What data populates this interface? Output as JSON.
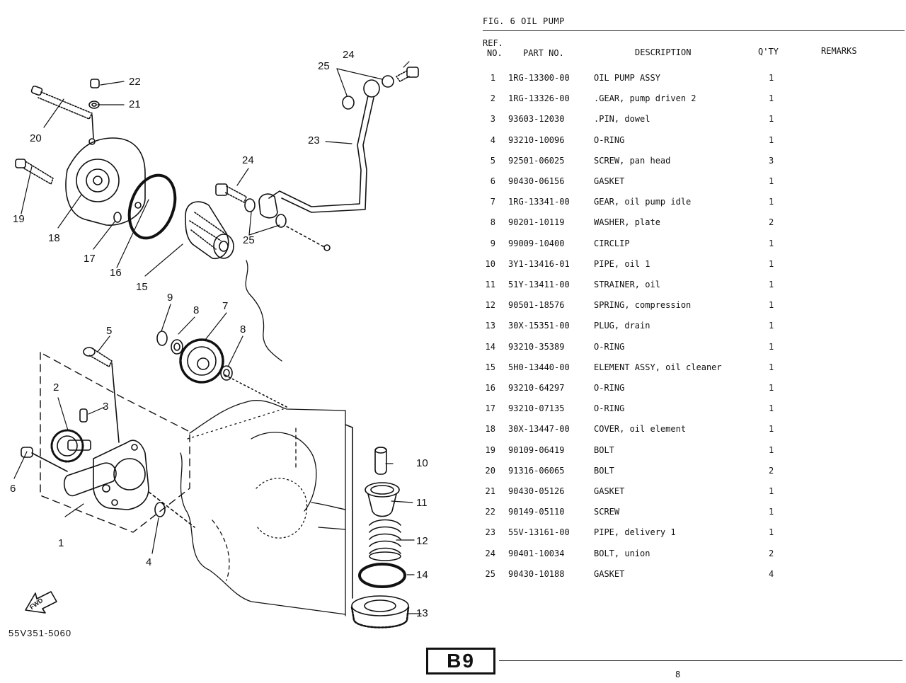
{
  "figure": {
    "title": "FIG.  6  OIL PUMP",
    "code": "55V351-5060",
    "fwd_label": "FWD",
    "callouts": [
      "1",
      "2",
      "3",
      "4",
      "5",
      "6",
      "7",
      "8",
      "8",
      "9",
      "10",
      "11",
      "12",
      "13",
      "14",
      "15",
      "16",
      "17",
      "18",
      "19",
      "20",
      "21",
      "22",
      "23",
      "24",
      "24",
      "25",
      "25"
    ]
  },
  "table": {
    "headers": {
      "ref_line1": "REF.",
      "ref_line2": "NO.",
      "part_no": "PART NO.",
      "description": "DESCRIPTION",
      "qty": "Q'TY",
      "remarks": "REMARKS"
    },
    "rows": [
      {
        "ref": "1",
        "part": "1RG-13300-00",
        "desc": "OIL PUMP ASSY",
        "qty": "1"
      },
      {
        "ref": "2",
        "part": "1RG-13326-00",
        "desc": ".GEAR, pump driven 2",
        "qty": "1"
      },
      {
        "ref": "3",
        "part": "93603-12030",
        "desc": ".PIN, dowel",
        "qty": "1"
      },
      {
        "ref": "4",
        "part": "93210-10096",
        "desc": "O-RING",
        "qty": "1"
      },
      {
        "ref": "5",
        "part": "92501-06025",
        "desc": "SCREW, pan head",
        "qty": "3"
      },
      {
        "ref": "6",
        "part": "90430-06156",
        "desc": "GASKET",
        "qty": "1"
      },
      {
        "ref": "7",
        "part": "1RG-13341-00",
        "desc": "GEAR, oil pump idle",
        "qty": "1"
      },
      {
        "ref": "8",
        "part": "90201-10119",
        "desc": "WASHER, plate",
        "qty": "2"
      },
      {
        "ref": "9",
        "part": "99009-10400",
        "desc": "CIRCLIP",
        "qty": "1"
      },
      {
        "ref": "10",
        "part": "3Y1-13416-01",
        "desc": "PIPE, oil 1",
        "qty": "1"
      },
      {
        "ref": "11",
        "part": "51Y-13411-00",
        "desc": "STRAINER, oil",
        "qty": "1"
      },
      {
        "ref": "12",
        "part": "90501-18576",
        "desc": "SPRING, compression",
        "qty": "1"
      },
      {
        "ref": "13",
        "part": "30X-15351-00",
        "desc": "PLUG, drain",
        "qty": "1"
      },
      {
        "ref": "14",
        "part": "93210-35389",
        "desc": "O-RING",
        "qty": "1"
      },
      {
        "ref": "15",
        "part": "5H0-13440-00",
        "desc": "ELEMENT ASSY, oil cleaner",
        "qty": "1"
      },
      {
        "ref": "16",
        "part": "93210-64297",
        "desc": "O-RING",
        "qty": "1"
      },
      {
        "ref": "17",
        "part": "93210-07135",
        "desc": "O-RING",
        "qty": "1"
      },
      {
        "ref": "18",
        "part": "30X-13447-00",
        "desc": "COVER, oil element",
        "qty": "1"
      },
      {
        "ref": "19",
        "part": "90109-06419",
        "desc": "BOLT",
        "qty": "1"
      },
      {
        "ref": "20",
        "part": "91316-06065",
        "desc": "BOLT",
        "qty": "2"
      },
      {
        "ref": "21",
        "part": "90430-05126",
        "desc": "GASKET",
        "qty": "1"
      },
      {
        "ref": "22",
        "part": "90149-05110",
        "desc": "SCREW",
        "qty": "1"
      },
      {
        "ref": "23",
        "part": "55V-13161-00",
        "desc": "PIPE, delivery 1",
        "qty": "1"
      },
      {
        "ref": "24",
        "part": "90401-10034",
        "desc": "BOLT, union",
        "qty": "2"
      },
      {
        "ref": "25",
        "part": "90430-10188",
        "desc": "GASKET",
        "qty": "4"
      }
    ]
  },
  "footer": {
    "badge": "B9",
    "page_number": "8"
  }
}
